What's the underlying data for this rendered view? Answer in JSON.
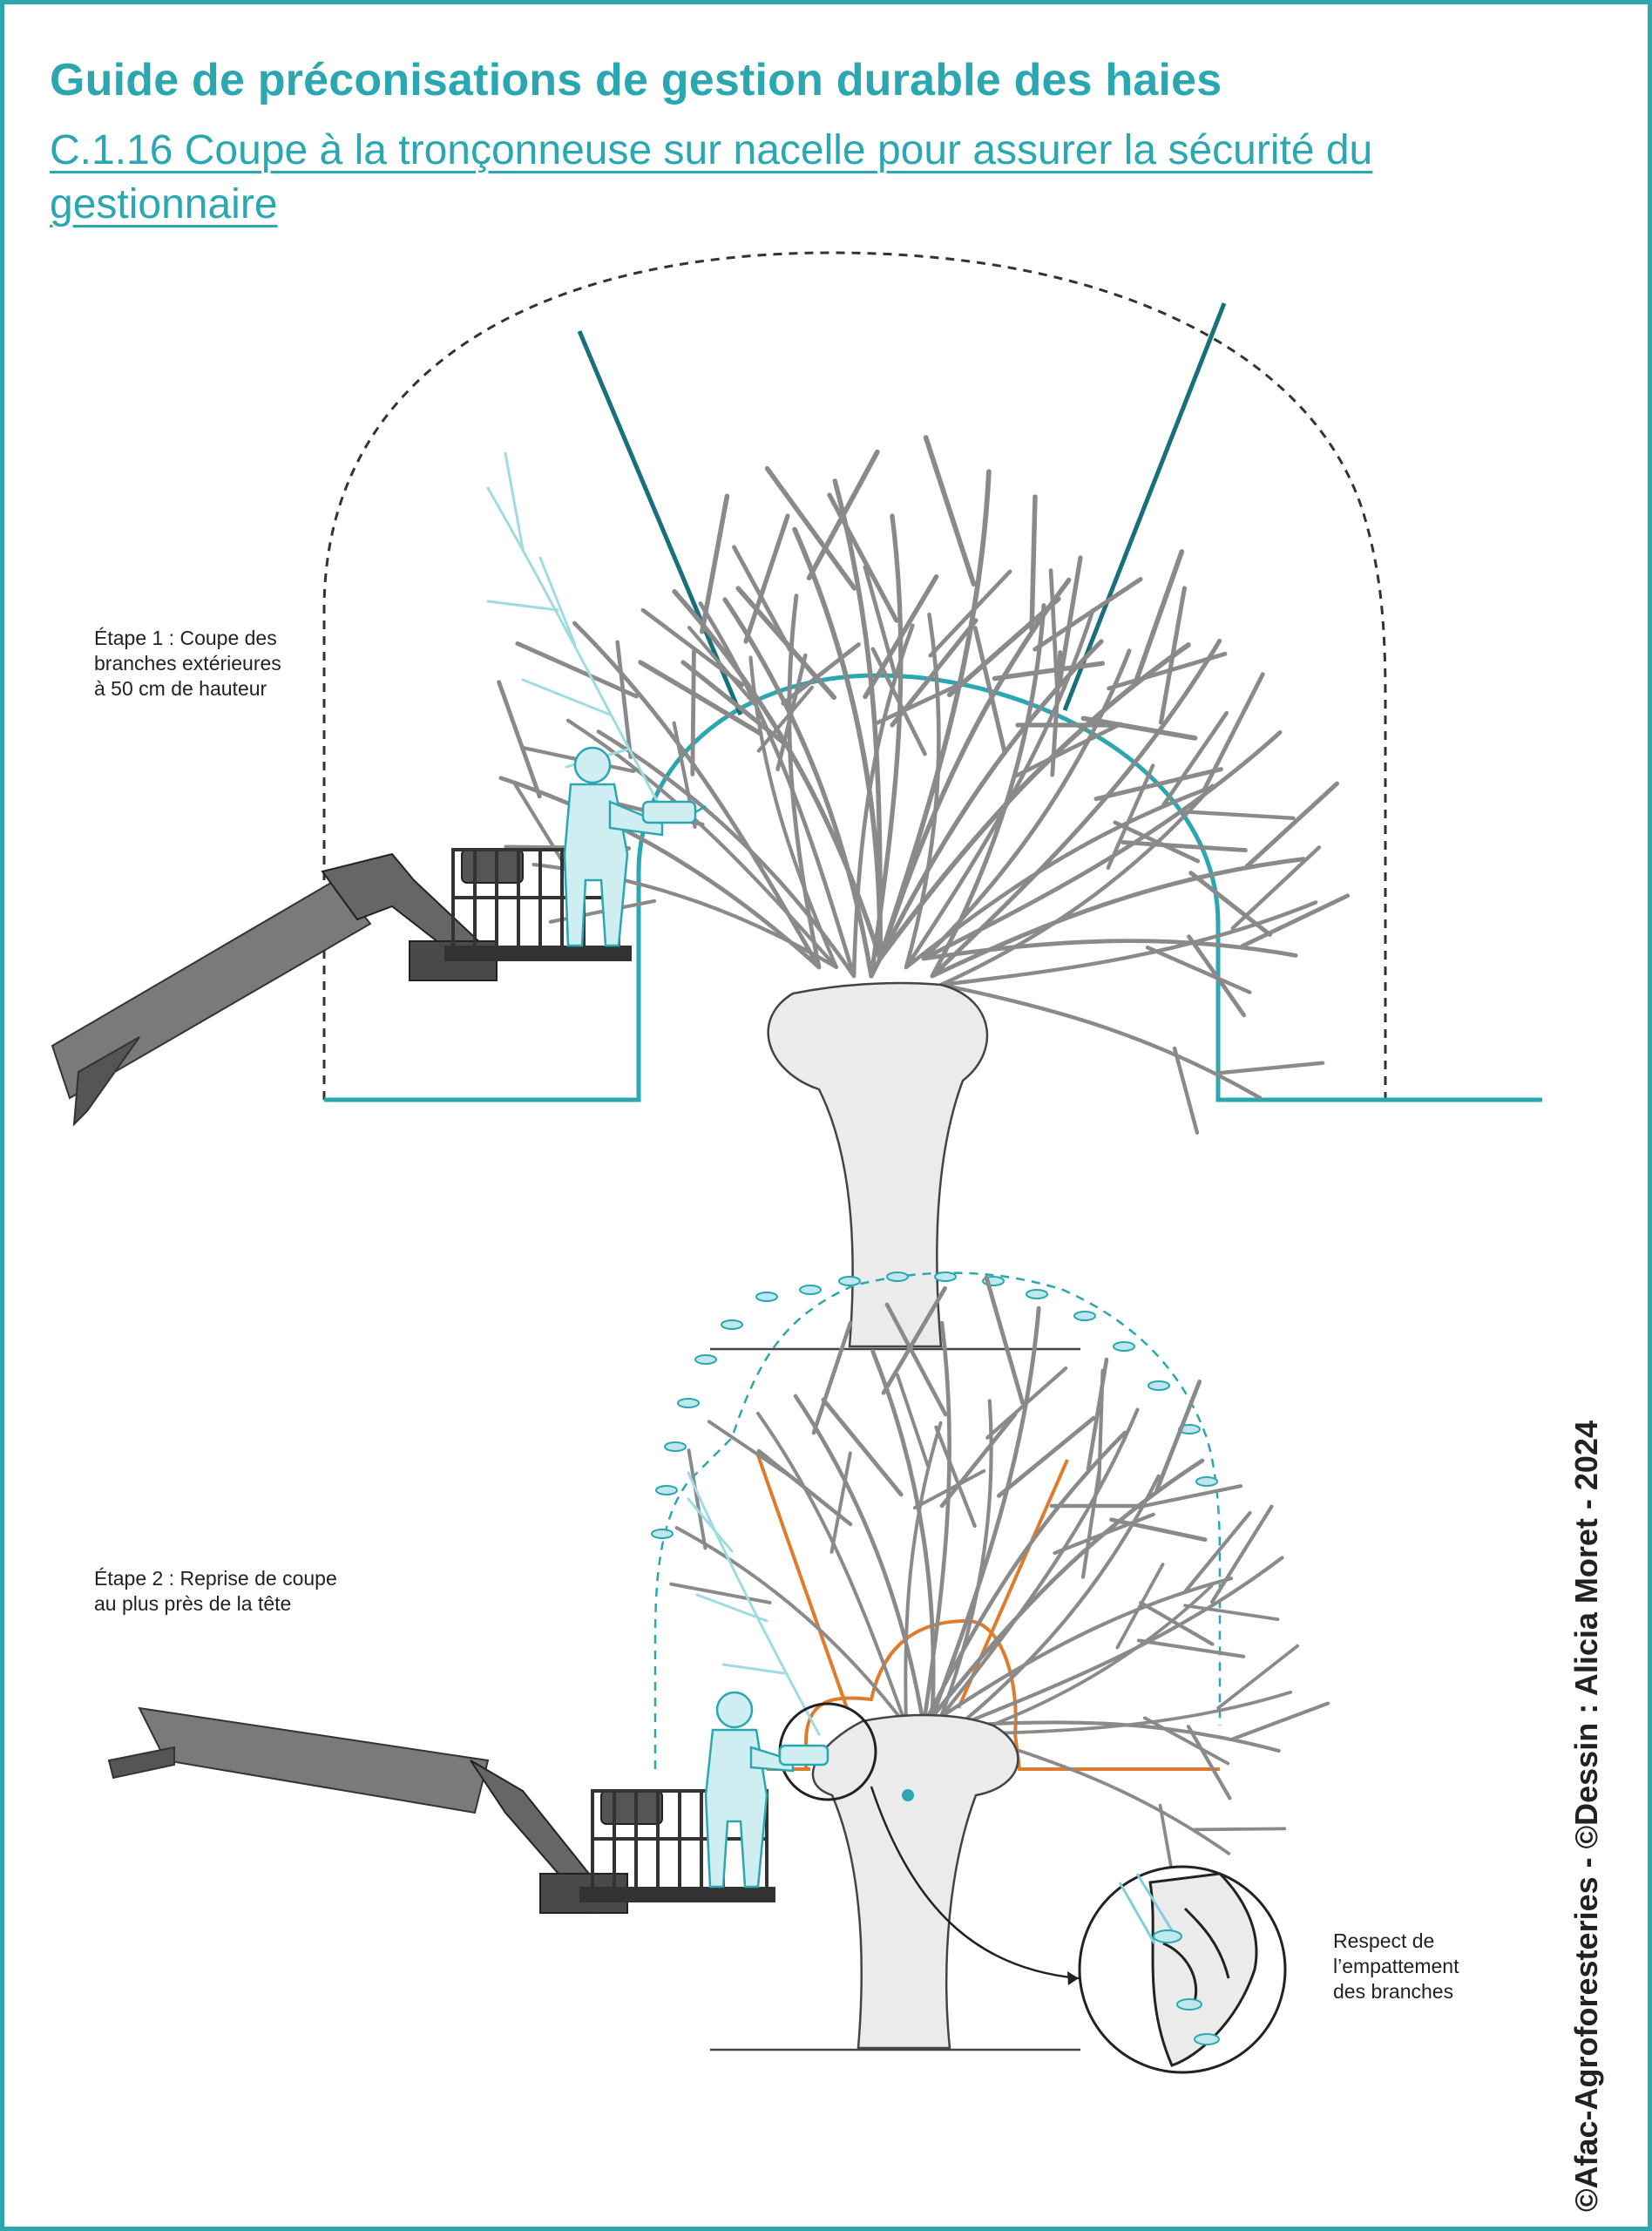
{
  "header": {
    "title": "Guide de préconisations de gestion durable des haies",
    "subtitle": "C.1.16  Coupe à la tronçonneuse sur nacelle pour assurer la sécurité du gestionnaire"
  },
  "steps": [
    {
      "label": "Étape 1 : Coupe des\nbranches extérieures\nà 50 cm de hauteur"
    },
    {
      "label": "Étape 2 : Reprise de coupe\nau plus près de la tête"
    }
  ],
  "detail": {
    "label": "Respect de\nl’empattement\ndes branches"
  },
  "credit": "©Afac-Agroforesteries - ©Dessin : Alicia Moret - 2024",
  "colors": {
    "accent": "#2aa7b0",
    "cut_line_step1": "#17707a",
    "cut_line_step2": "#e07a2c",
    "tree_fill": "#ebebeb",
    "outline": "#333333",
    "boom": "#777777"
  },
  "icons": [
    "pollarded-tree-icon",
    "aerial-lift-icon",
    "worker-with-chainsaw-icon",
    "magnifier-detail-icon"
  ]
}
